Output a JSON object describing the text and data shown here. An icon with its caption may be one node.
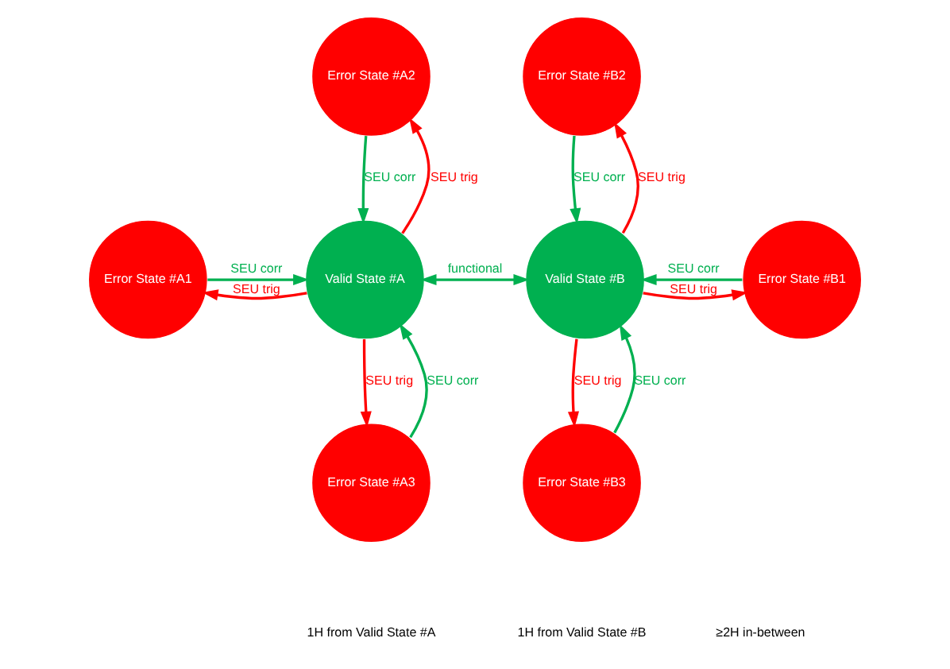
{
  "diagram": {
    "nodes": [
      {
        "text": [
          "Error State #A2"
        ]
      },
      {
        "text": [
          "Error State #B2"
        ]
      },
      {
        "text": [
          "Error State #A1"
        ]
      },
      {
        "text": [
          "Valid State #A"
        ]
      },
      {
        "text": [
          "Valid State #B"
        ]
      },
      {
        "text": [
          "Error State #B1"
        ]
      },
      {
        "text": [
          "Error State #A3"
        ]
      },
      {
        "text": [
          "Error State #B3"
        ]
      }
    ],
    "edges": [
      {
        "from": 3,
        "to": 0,
        "arrow": "to",
        "label": "SEU trig",
        "color": "#ff0000"
      },
      {
        "from": 0,
        "to": 3,
        "arrow": "to",
        "label": "SEU corr"
      },
      {
        "from": 4,
        "to": 1,
        "arrow": "to",
        "label": "SEU trig",
        "color": "#ff0000"
      },
      {
        "from": 1,
        "to": 4,
        "arrow": "to",
        "label": "SEU corr"
      },
      {
        "from": 2,
        "to": 3,
        "arrow": "to",
        "label": "SEU corr"
      },
      {
        "from": 3,
        "to": 2,
        "arrow": "to",
        "label": "SEU trig",
        "color": "#ff0000"
      },
      {
        "from": 3,
        "to": 4,
        "arrow": "both",
        "label": "functional"
      },
      {
        "from": 5,
        "to": 4,
        "arrow": "to",
        "label": "SEU corr"
      },
      {
        "from": 4,
        "to": 5,
        "arrow": "to",
        "label": "SEU trig",
        "color": "#ff0000"
      },
      {
        "from": 6,
        "to": 3,
        "arrow": "to",
        "label": "SEU corr"
      },
      {
        "from": 3,
        "to": 6,
        "arrow": "to",
        "label": "SEU trig",
        "color": "#ff0000"
      },
      {
        "from": 7,
        "to": 4,
        "arrow": "to",
        "label": "SEU corr"
      },
      {
        "from": 4,
        "to": 7,
        "arrow": "to",
        "label": "SEU trig",
        "color": "#ff0000"
      }
    ],
    "labels": [
      "1H from Valid State #A",
      "≥2H in-between",
      "1H from Valid State #B"
    ]
  }
}
